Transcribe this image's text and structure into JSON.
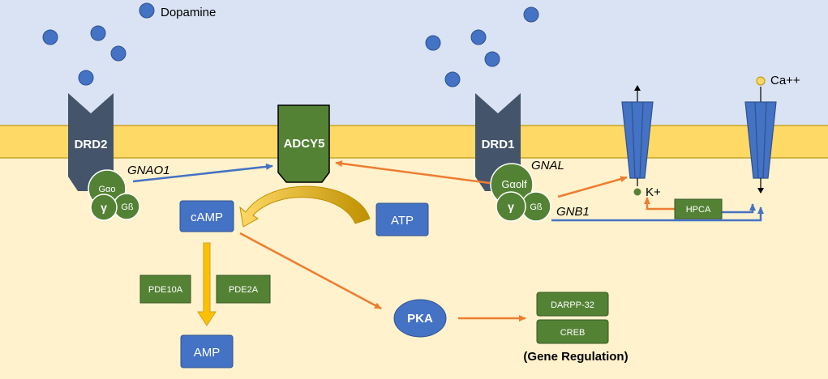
{
  "legend": {
    "dopamine": "Dopamine"
  },
  "receptors": {
    "drd2": "DRD2",
    "drd1": "DRD1"
  },
  "enzymes": {
    "adcy5": "ADCY5"
  },
  "gproteins": {
    "left": {
      "alpha": "Gαo",
      "gamma": "γ",
      "beta": "Gß",
      "gene_label": "GNAO1"
    },
    "right": {
      "alpha": "Gαolf",
      "gamma": "γ",
      "beta": "Gß",
      "gene_label_alpha": "GNAL",
      "gene_label_beta": "GNB1"
    }
  },
  "molecules": {
    "camp": "cAMP",
    "atp": "ATP",
    "amp": "AMP",
    "pka": "PKA"
  },
  "phosphodiesterases": {
    "pde10a": "PDE10A",
    "pde2a": "PDE2A"
  },
  "targets": {
    "darpp32": "DARPP-32",
    "creb": "CREB",
    "gene_regulation": "(Gene Regulation)"
  },
  "channels": {
    "potassium": "K+",
    "calcium": "Ca++",
    "hpca": "HPCA"
  },
  "colors": {
    "extracellular": "#dae3f3",
    "membrane": "#ffd966",
    "intracellular": "#fff2cc",
    "receptor": "#44546a",
    "green": "#548235",
    "blue": "#4472c4",
    "orange": "#ed7d31",
    "gold": "#ffc000"
  }
}
